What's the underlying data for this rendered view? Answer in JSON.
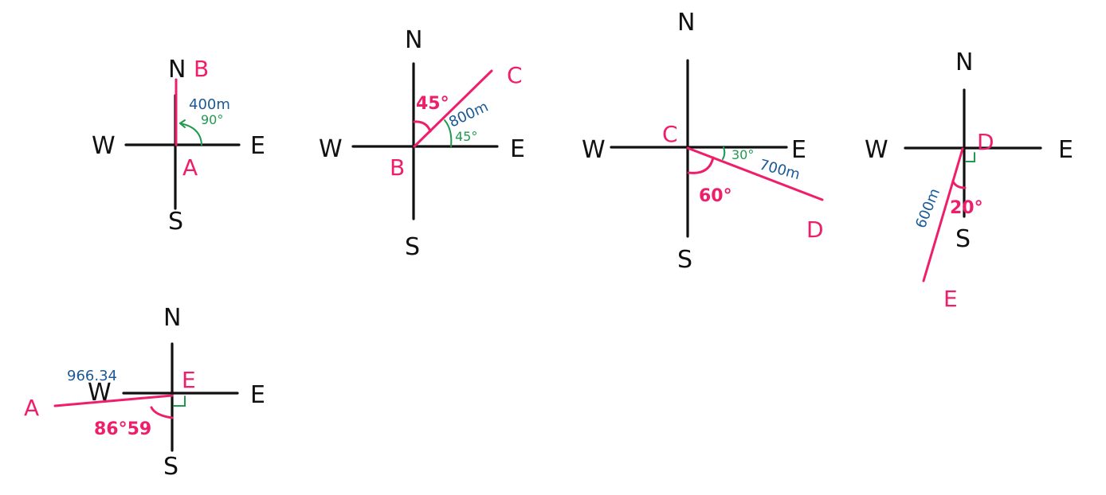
{
  "colors": {
    "axis": "#111111",
    "path": "#ef1e6b",
    "distance": "#1a5a96",
    "angle_green": "#1f9a4e"
  },
  "diagrams": [
    {
      "id": "A-to-B",
      "compass": {
        "n": "N",
        "s": "S",
        "e": "E",
        "w": "W"
      },
      "start": "A",
      "end": "B",
      "distance": "400m",
      "green_angle": "90°"
    },
    {
      "id": "B-to-C",
      "compass": {
        "n": "N",
        "s": "S",
        "e": "E",
        "w": "W"
      },
      "start": "B",
      "end": "C",
      "distance": "800m",
      "bearing_angle": "45°",
      "green_angle": "45°"
    },
    {
      "id": "C-to-D",
      "compass": {
        "n": "N",
        "s": "S",
        "e": "E",
        "w": "W"
      },
      "start": "C",
      "end": "D",
      "distance": "700m",
      "bearing_angle": "60°",
      "green_angle": "30°"
    },
    {
      "id": "D-to-E",
      "compass": {
        "n": "N",
        "s": "S",
        "e": "E",
        "w": "W"
      },
      "start": "D",
      "end": "E",
      "distance": "600m",
      "bearing_angle": "20°"
    },
    {
      "id": "E-to-A",
      "compass": {
        "n": "N",
        "s": "S",
        "e": "E",
        "w": "W"
      },
      "start": "E",
      "end": "A",
      "distance": "966.34",
      "bearing_angle": "86°59"
    }
  ]
}
